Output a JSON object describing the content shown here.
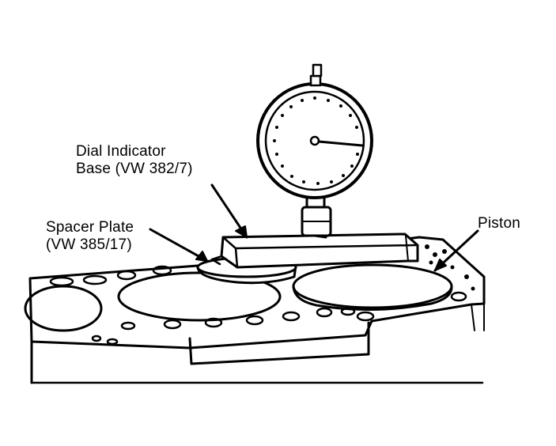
{
  "labels": {
    "dial_indicator_base": {
      "line1": "Dial Indicator",
      "line2": "Base (VW 382/7)"
    },
    "spacer_plate": {
      "line1": "Spacer Plate",
      "line2": "(VW 385/17)"
    },
    "piston": {
      "line1": "Piston"
    }
  },
  "colors": {
    "ink": "#000000",
    "paper": "#ffffff"
  }
}
